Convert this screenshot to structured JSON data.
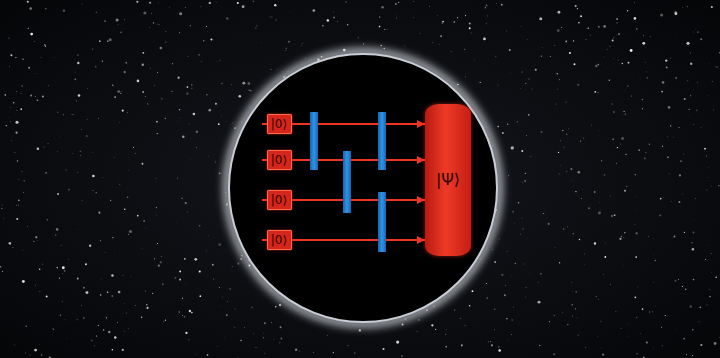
{
  "diagram": {
    "nodes": [
      {
        "text": [
          "|0⟩"
        ]
      },
      {
        "text": [
          "|0⟩"
        ]
      },
      {
        "text": [
          "|0⟩"
        ]
      },
      {
        "text": [
          "|0⟩"
        ]
      },
      {
        "text": [
          "|Ψ⟩"
        ]
      }
    ],
    "edges": [
      {
        "from": 0,
        "to": 4,
        "arrow": "to"
      },
      {
        "from": 1,
        "to": 4,
        "arrow": "to"
      },
      {
        "from": 2,
        "to": 4,
        "arrow": "to"
      },
      {
        "from": 3,
        "to": 4,
        "arrow": "to"
      }
    ]
  }
}
